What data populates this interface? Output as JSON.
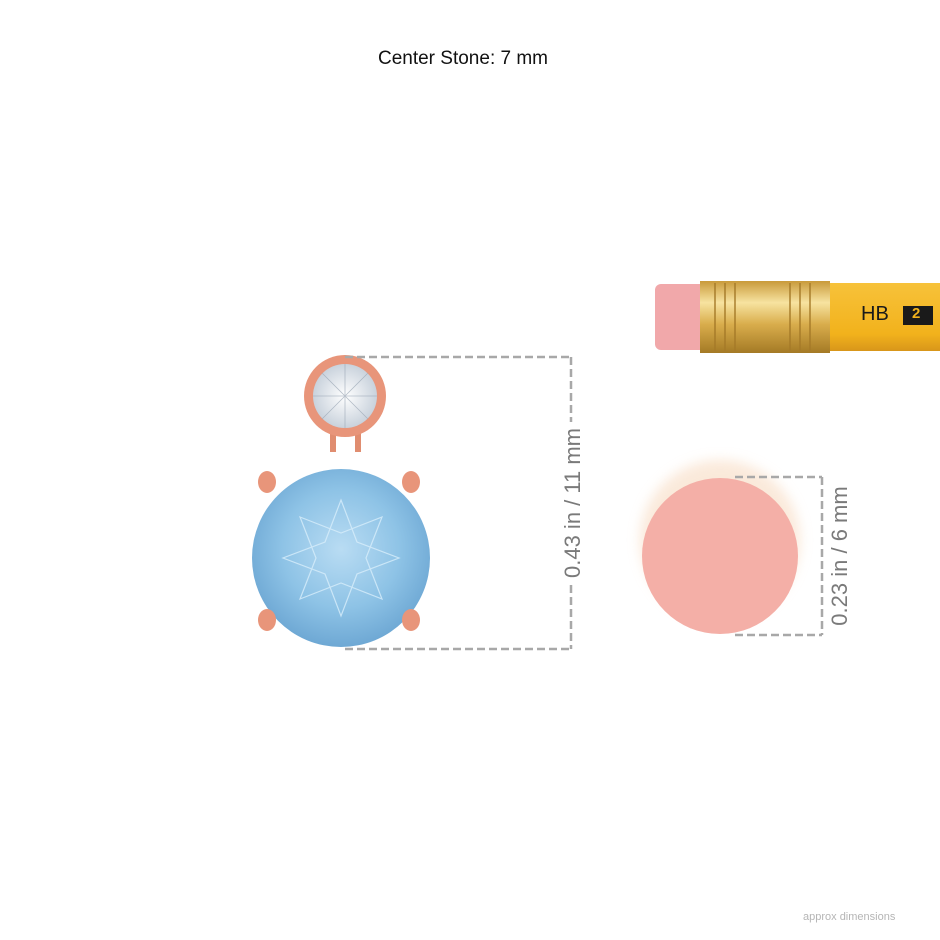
{
  "title": "Center Stone: 7 mm",
  "pendant_dimension": "0.43 in / 11 mm",
  "eraser_dimension": "0.23 in / 6 mm",
  "pencil": {
    "grade": "HB",
    "number": "2"
  },
  "footer": "approx dimensions",
  "colors": {
    "metal": "#E8957A",
    "stone": "#8EC3E6",
    "eraser": "#F4AFA7",
    "pencil_body": "#F2B21C",
    "dash": "#A8A8A8"
  }
}
